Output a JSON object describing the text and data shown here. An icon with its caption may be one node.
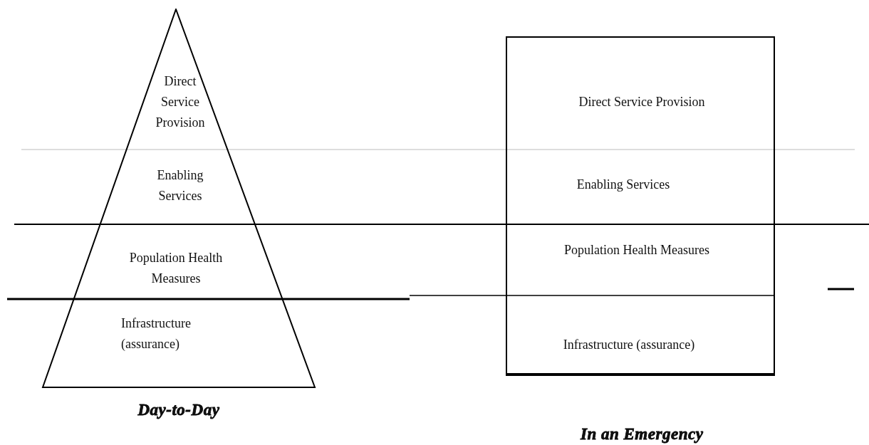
{
  "diagram": {
    "nodes": [
      {
        "text": [],
        "shape": "triangle",
        "beside": [
          "Day-to-Day"
        ]
      },
      {
        "text": [
          "Direct Service Provision"
        ],
        "in": 0
      },
      {
        "text": [
          "Enabling Services"
        ],
        "in": 0
      },
      {
        "text": [
          "Population Health Measures"
        ],
        "in": 0
      },
      {
        "text": [
          "Infrastructure (assurance)"
        ],
        "in": 0
      },
      {
        "text": [],
        "shape": "box",
        "beside": [
          "In an Emergency"
        ]
      },
      {
        "text": [
          "Direct Service Provision"
        ],
        "in": 5
      },
      {
        "text": [
          "Enabling Services"
        ],
        "in": 5
      },
      {
        "text": [
          "Population Health Measures"
        ],
        "in": 5
      },
      {
        "text": [
          "Infrastructure (assurance)"
        ],
        "in": 5
      }
    ],
    "edges": []
  }
}
